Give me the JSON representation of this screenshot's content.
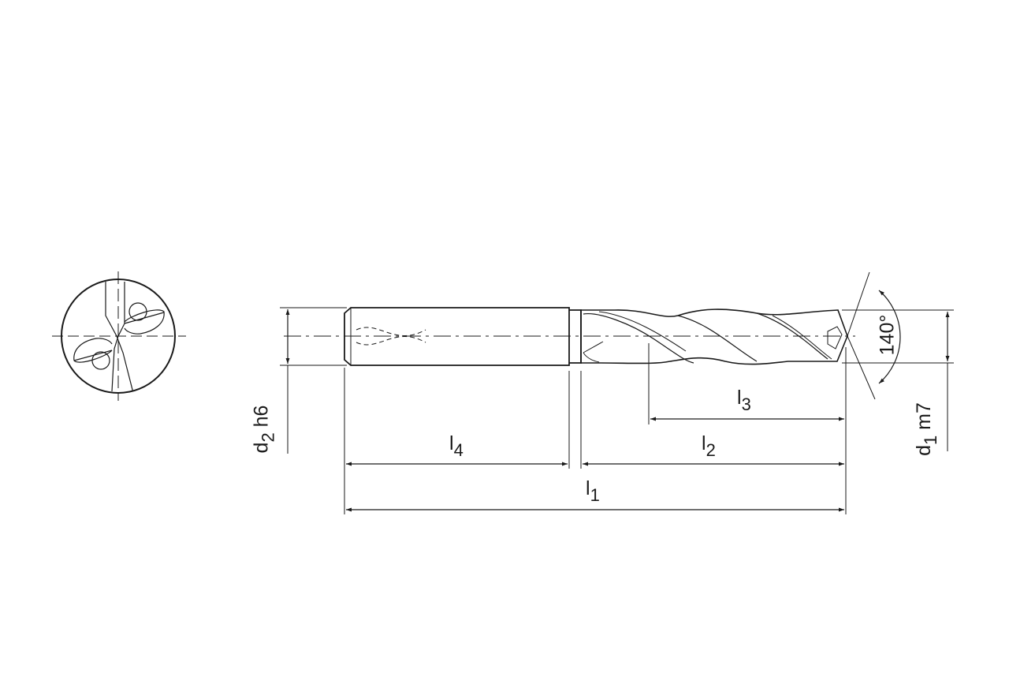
{
  "drawing": {
    "title": "Solid carbide drill dimension drawing",
    "labels": {
      "d2": {
        "symbol": "d",
        "sub": "2",
        "tolerance": "h6"
      },
      "d1": {
        "symbol": "d",
        "sub": "1",
        "tolerance": "m7"
      },
      "l1": {
        "symbol": "l",
        "sub": "1"
      },
      "l2": {
        "symbol": "l",
        "sub": "2"
      },
      "l3": {
        "symbol": "l",
        "sub": "3"
      },
      "l4": {
        "symbol": "l",
        "sub": "4"
      },
      "point_angle": "140°"
    },
    "line_color": "#1a1a1a"
  }
}
